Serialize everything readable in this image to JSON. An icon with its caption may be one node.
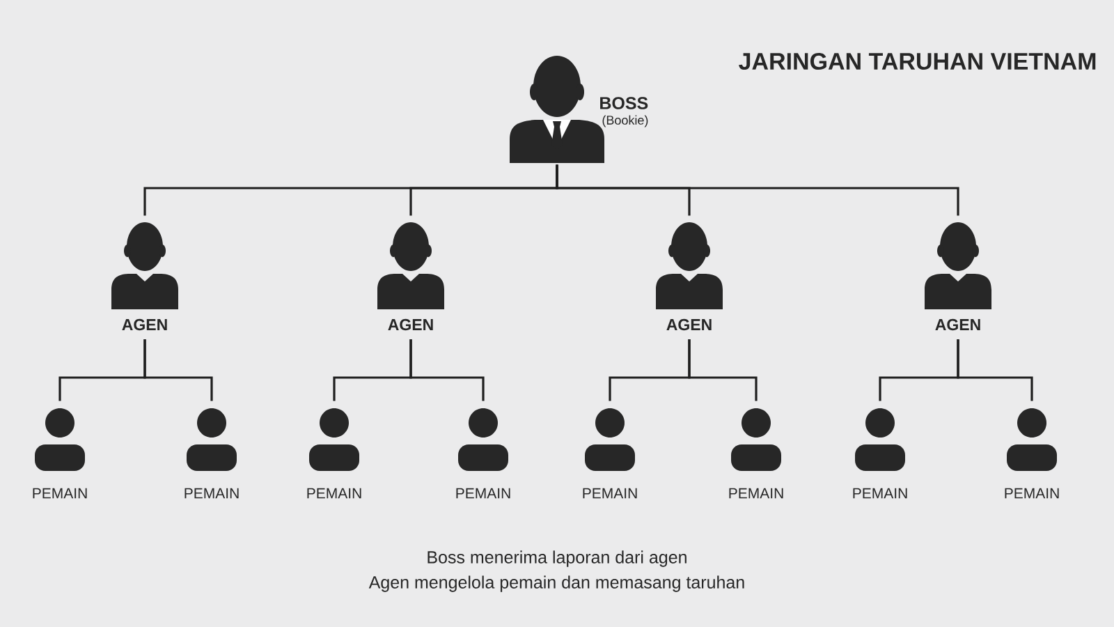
{
  "diagram": {
    "title": "JARINGAN TARUHAN VIETNAM",
    "nodes": [
      {
        "text": [
          "BOSS",
          "(Bookie)"
        ]
      },
      {
        "text": [
          "AGEN"
        ]
      },
      {
        "text": [
          "AGEN"
        ]
      },
      {
        "text": [
          "AGEN"
        ]
      },
      {
        "text": [
          "AGEN"
        ]
      },
      {
        "text": [
          "PEMAIN"
        ]
      },
      {
        "text": [
          "PEMAIN"
        ]
      },
      {
        "text": [
          "PEMAIN"
        ]
      },
      {
        "text": [
          "PEMAIN"
        ]
      },
      {
        "text": [
          "PEMAIN"
        ]
      },
      {
        "text": [
          "PEMAIN"
        ]
      },
      {
        "text": [
          "PEMAIN"
        ]
      },
      {
        "text": [
          "PEMAIN"
        ]
      }
    ],
    "edges": [
      {
        "from": 0,
        "to": 1,
        "arrow": "none"
      },
      {
        "from": 0,
        "to": 2,
        "arrow": "none"
      },
      {
        "from": 0,
        "to": 3,
        "arrow": "none"
      },
      {
        "from": 0,
        "to": 4,
        "arrow": "none"
      },
      {
        "from": 1,
        "to": 5,
        "arrow": "none"
      },
      {
        "from": 1,
        "to": 6,
        "arrow": "none"
      },
      {
        "from": 2,
        "to": 7,
        "arrow": "none"
      },
      {
        "from": 2,
        "to": 8,
        "arrow": "none"
      },
      {
        "from": 3,
        "to": 9,
        "arrow": "none"
      },
      {
        "from": 3,
        "to": 10,
        "arrow": "none"
      },
      {
        "from": 4,
        "to": 11,
        "arrow": "none"
      },
      {
        "from": 4,
        "to": 12,
        "arrow": "none"
      }
    ],
    "labels": [
      "Boss menerima laporan dari agen",
      "Agen mengelola pemain dan memasang taruhan"
    ]
  }
}
